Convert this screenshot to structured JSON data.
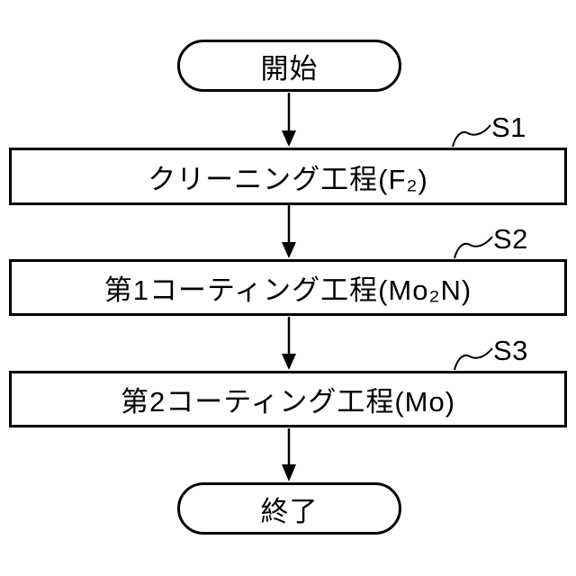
{
  "flowchart": {
    "background": "#ffffff",
    "stroke": "#000000",
    "start": {
      "label": "開始"
    },
    "end": {
      "label": "終了"
    },
    "steps": [
      {
        "ref": "S1",
        "label": "クリーニング工程(F₂)"
      },
      {
        "ref": "S2",
        "label": "第1コーティング工程(Mo₂N)"
      },
      {
        "ref": "S3",
        "label": "第2コーティング工程(Mo)"
      }
    ]
  }
}
